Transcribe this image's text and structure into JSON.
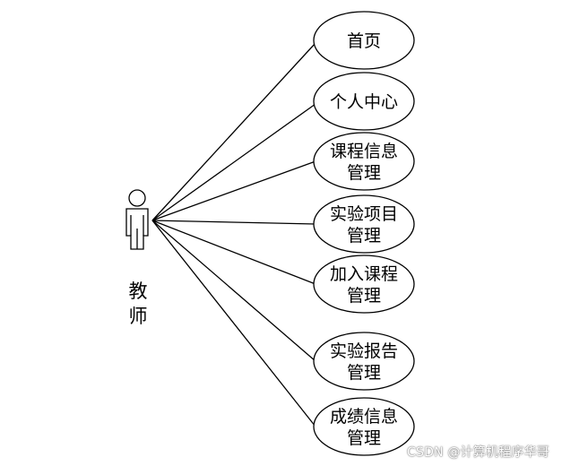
{
  "actor": {
    "line1": "教",
    "line2": "师"
  },
  "use_cases": [
    {
      "line1": "首页",
      "line2": ""
    },
    {
      "line1": "个人中心",
      "line2": ""
    },
    {
      "line1": "课程信息",
      "line2": "管理"
    },
    {
      "line1": "实验项目",
      "line2": "管理"
    },
    {
      "line1": "加入课程",
      "line2": "管理"
    },
    {
      "line1": "实验报告",
      "line2": "管理"
    },
    {
      "line1": "成绩信息",
      "line2": "管理"
    }
  ],
  "watermark": "CSDN @计算机程序华哥"
}
